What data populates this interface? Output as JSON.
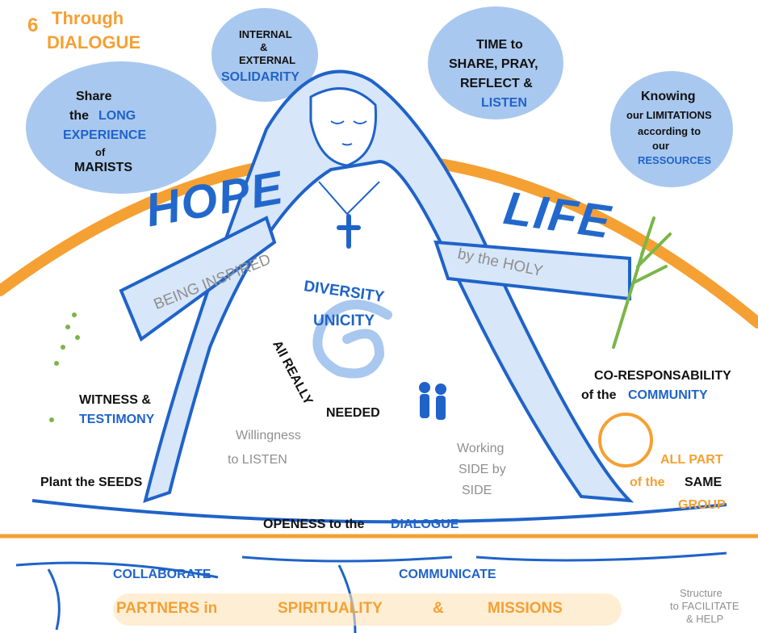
{
  "header": {
    "number": "6",
    "title_line1": "Through",
    "title_line2": "DIALOGUE"
  },
  "bubbles": {
    "share": {
      "l1": "Share",
      "l2a": "the",
      "l2b": "LONG",
      "l3": "EXPERIENCE",
      "l4": "of",
      "l5": "MARISTS"
    },
    "solidarity": {
      "l1": "INTERNAL",
      "l2": "&",
      "l3": "EXTERNAL",
      "l4": "SOLIDARITY"
    },
    "time": {
      "l1": "TIME to",
      "l2": "SHARE, PRAY,",
      "l3": "REFLECT &",
      "l4": "LISTEN"
    },
    "limitations": {
      "l1": "Knowing",
      "l2": "our LIMITATIONS",
      "l3": "according to",
      "l4": "our",
      "l5": "RESSOURCES"
    }
  },
  "words": {
    "hope": "HOPE",
    "life": "LIFE",
    "being_inspired": "BEING INSPIRED",
    "by_the_holy": "by the HOLY",
    "diversity": "DIVERSITY",
    "unicity": "UNICITY",
    "all_really_needed_a": "All REALLY",
    "all_really_needed_b": "NEEDED",
    "witness": "WITNESS &",
    "testimony": "TESTIMONY",
    "plant_seeds": "Plant the SEEDS",
    "willingness_a": "Willingness",
    "willingness_b": "to LISTEN",
    "working_a": "Working",
    "working_b": "SIDE by",
    "working_c": "SIDE",
    "coresp_a": "CO-RESPONSABILITY",
    "coresp_b1": "of the",
    "coresp_b2": "COMMUNITY",
    "allpart_a": "ALL PART",
    "allpart_b1": "of the",
    "allpart_b2": "SAME",
    "allpart_c": "GROUP",
    "openess_a": "OPENESS to the",
    "openess_b": "DIALOGUE",
    "collaborate": "COLLABORATE",
    "communicate": "COMMUNICATE",
    "structure_a": "Structure",
    "structure_b": "to FACILITATE",
    "structure_c": "& HELP",
    "footer_a": "PARTNERS in",
    "footer_b": "SPIRITUALITY",
    "footer_c": "&",
    "footer_d": "MISSIONS"
  },
  "colors": {
    "blue": "#1f63c9",
    "light_blue": "#a9c8ef",
    "orange": "#f5a033",
    "green": "#7ab648",
    "ink": "#111111"
  }
}
